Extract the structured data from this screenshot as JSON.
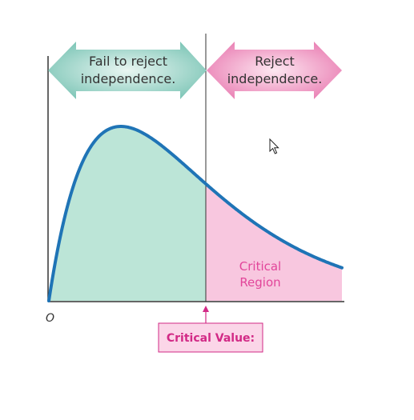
{
  "diagram": {
    "left_arrow": {
      "line1": "Fail to reject",
      "line2": "independence."
    },
    "right_arrow": {
      "line1": "Reject",
      "line2": "independence."
    },
    "critical_region": {
      "line1": "Critical",
      "line2": "Region"
    },
    "origin_label": "O",
    "critical_value_label": "Critical Value:"
  },
  "colors": {
    "curve": "#1f74b6",
    "fail_region_fill": "#bce5d7",
    "critical_region_fill": "#f8c7df",
    "left_arrow_fill": "#8fcfc3",
    "right_arrow_fill": "#ef8fbd",
    "label_accent": "#e2459a",
    "critical_value_box_fill": "#fbd6e8"
  },
  "icons": {
    "cursor": "mouse-pointer-icon"
  }
}
